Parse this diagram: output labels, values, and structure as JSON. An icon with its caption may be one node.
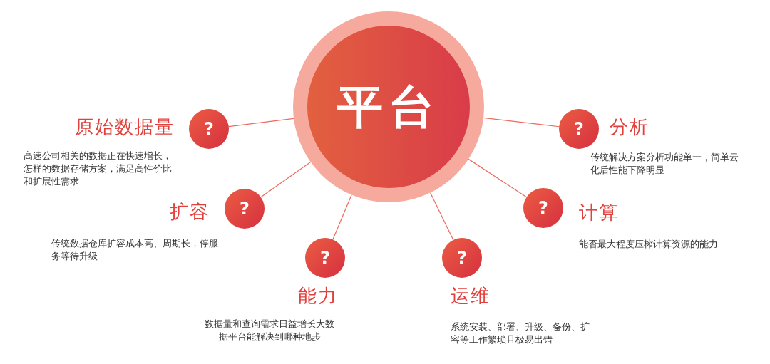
{
  "diagram": {
    "nodes": [
      {
        "text": [
          "平台"
        ]
      },
      {
        "text": [
          "?"
        ],
        "beside": [
          "原始数据量",
          "高速公司相关的数据正在快速增长，怎样的数据存储方案，满足高性价比和扩展性需求"
        ]
      },
      {
        "text": [
          "?"
        ],
        "beside": [
          "扩容",
          "传统数据仓库扩容成本高、周期长，停服务等待升级"
        ]
      },
      {
        "text": [
          "?"
        ],
        "beside": [
          "能力",
          "数据量和查询需求日益增长大数据平台能解决到哪种地步"
        ]
      },
      {
        "text": [
          "?"
        ],
        "beside": [
          "运维",
          "系统安装、部署、升级、备份、扩容等工作繁琐且极易出错"
        ]
      },
      {
        "text": [
          "?"
        ],
        "beside": [
          "计算",
          "能否最大程度压榨计算资源的能力"
        ]
      },
      {
        "text": [
          "?"
        ],
        "beside": [
          "分析",
          "传统解决方案分析功能单一，简单云化后性能下降明显"
        ]
      }
    ],
    "edges": [
      {
        "from": 0,
        "to": 1,
        "arrow": "none"
      },
      {
        "from": 0,
        "to": 2,
        "arrow": "none"
      },
      {
        "from": 0,
        "to": 3,
        "arrow": "none"
      },
      {
        "from": 0,
        "to": 4,
        "arrow": "none"
      },
      {
        "from": 0,
        "to": 5,
        "arrow": "none"
      },
      {
        "from": 0,
        "to": 6,
        "arrow": "none"
      }
    ]
  }
}
